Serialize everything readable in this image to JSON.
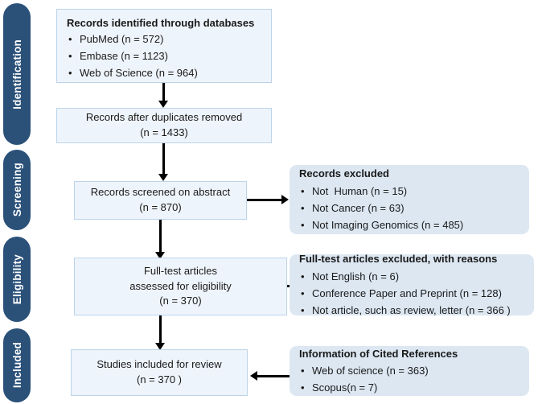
{
  "diagram": {
    "type": "prisma-flow-diagram",
    "colors": {
      "stage_bar": "#2b5179",
      "stage_bar_text": "#ffffff",
      "process_box_fill": "#eef4fb",
      "process_box_border": "#bcd4ea",
      "note_box_fill": "#dce7f2",
      "connector": "#000000",
      "text": "#1a1a1a",
      "background": "#ffffff"
    },
    "stages": [
      {
        "id": "identification",
        "label": "Identification"
      },
      {
        "id": "screening",
        "label": "Screening"
      },
      {
        "id": "eligibility",
        "label": "Eligibility"
      },
      {
        "id": "included",
        "label": "Included"
      }
    ],
    "boxes": {
      "identified": {
        "title": "Records identified through databases",
        "items": [
          "PubMed (n = 572)",
          "Embase (n = 1123)",
          "Web of Science (n = 964)"
        ]
      },
      "duplicates_removed": {
        "line1": "Records after duplicates removed",
        "line2": "(n = 1433)"
      },
      "screened": {
        "line1": "Records screened on abstract",
        "line2": "(n = 870)"
      },
      "records_excluded": {
        "title": "Records excluded",
        "items": [
          "Not  Human (n = 15)",
          "Not Cancer (n = 63)",
          "Not Imaging Genomics (n = 485)"
        ]
      },
      "eligibility_assessed": {
        "line1": "Full-test articles",
        "line2": "assessed for eligibility",
        "line3": "(n = 370)"
      },
      "fulltext_excluded": {
        "title": "Full-test articles excluded, with reasons",
        "items": [
          "Not English (n = 6)",
          "Conference Paper and Preprint (n = 128)",
          "Not article, such as review, letter (n = 366 )"
        ]
      },
      "included_studies": {
        "line1": "Studies included for review",
        "line2": "(n = 370 )"
      },
      "cited_references": {
        "title": "Information of Cited References",
        "items": [
          "Web of science (n = 363)",
          "Scopus(n = 7)"
        ]
      }
    }
  }
}
